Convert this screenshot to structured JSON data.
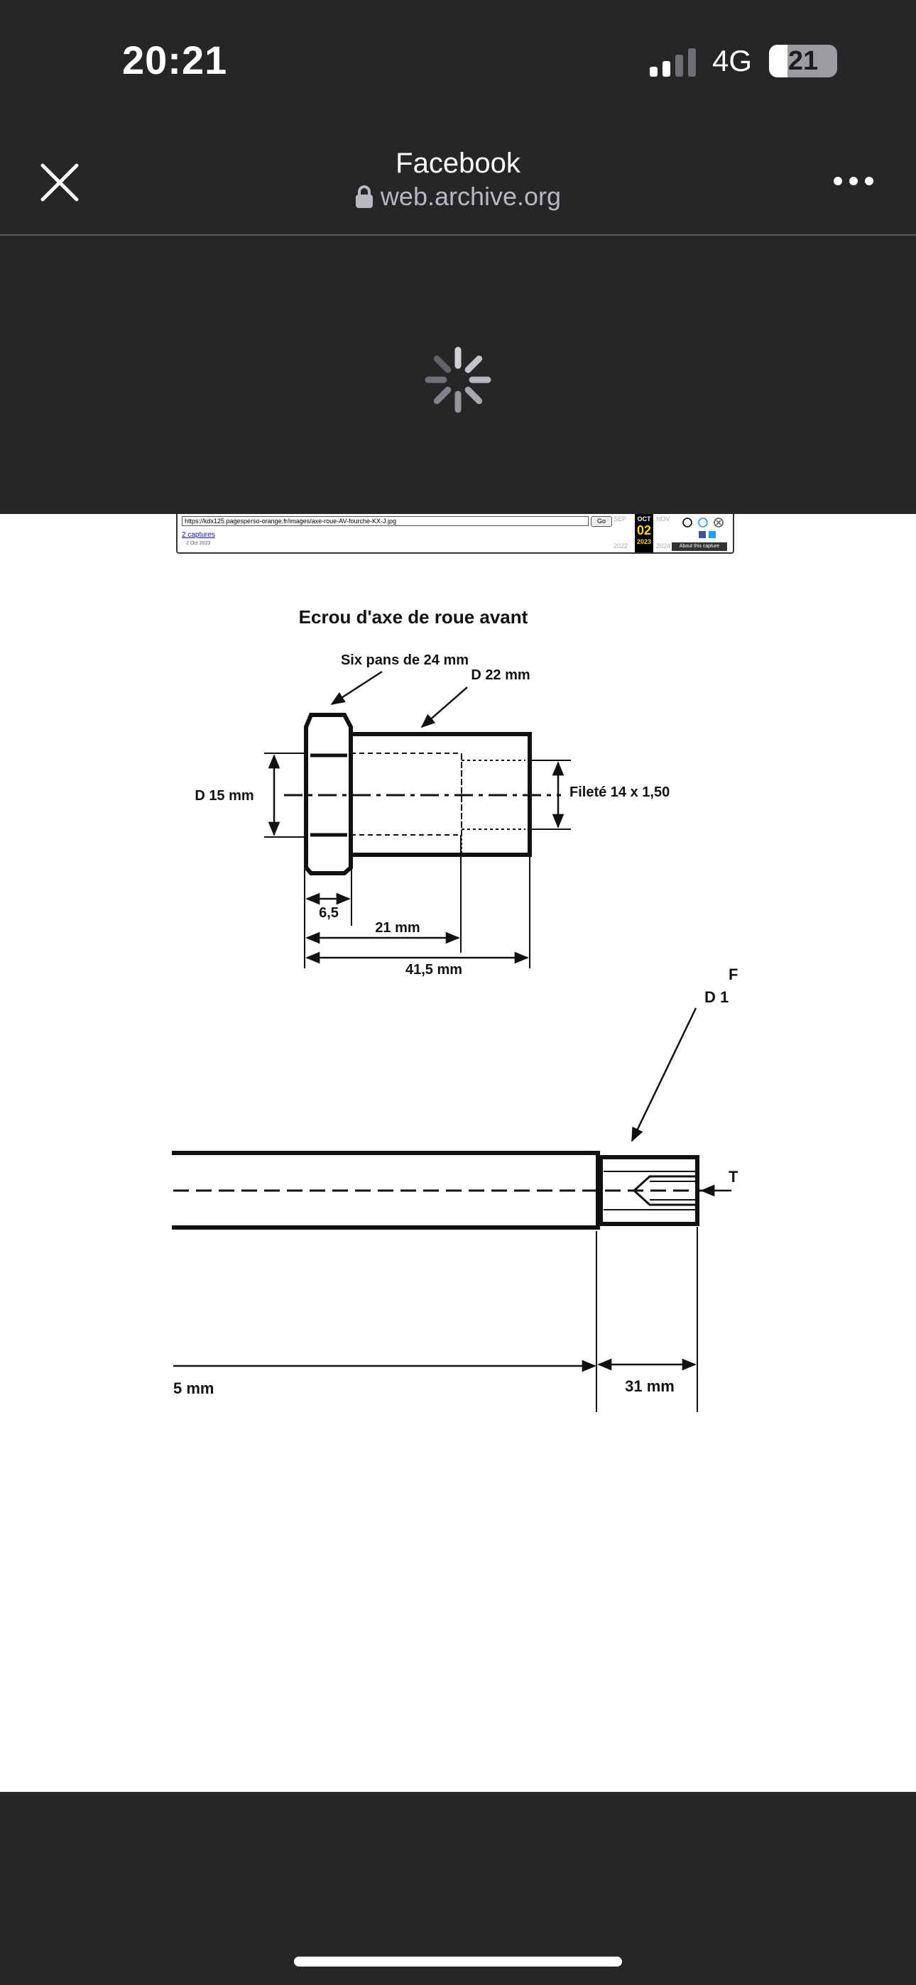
{
  "status_bar": {
    "time": "20:21",
    "network": "4G",
    "battery": "21"
  },
  "nav": {
    "title": "Facebook",
    "url": "web.archive.org"
  },
  "wayback": {
    "url": "https://kdx125.pagesperso-orange.fr/images/axe-roue-AV-fourche-KX-J.jpg",
    "go": "Go",
    "captures": "2 captures",
    "capture_date": "2 Oct 2023",
    "prev_month": "SEP",
    "current_month": "OCT",
    "current_day": "02",
    "current_year": "2023",
    "next_month": "NOV",
    "prev_year": "2022",
    "next_year": "2024",
    "about": "About this capture"
  },
  "drawing": {
    "title": "Ecrou d'axe de roue avant",
    "hex_label": "Six pans de 24 mm",
    "d22_label": "D 22 mm",
    "d15_label": "D 15 mm",
    "thread_label": "Fileté 14 x 1,50",
    "dim_65": "6,5",
    "dim_21": "21 mm",
    "dim_415": "41,5  mm",
    "clip_f": "F",
    "clip_d14": "D 1",
    "clip_t": "T",
    "clip_mm": "5 mm",
    "dim_31": "31 mm"
  }
}
